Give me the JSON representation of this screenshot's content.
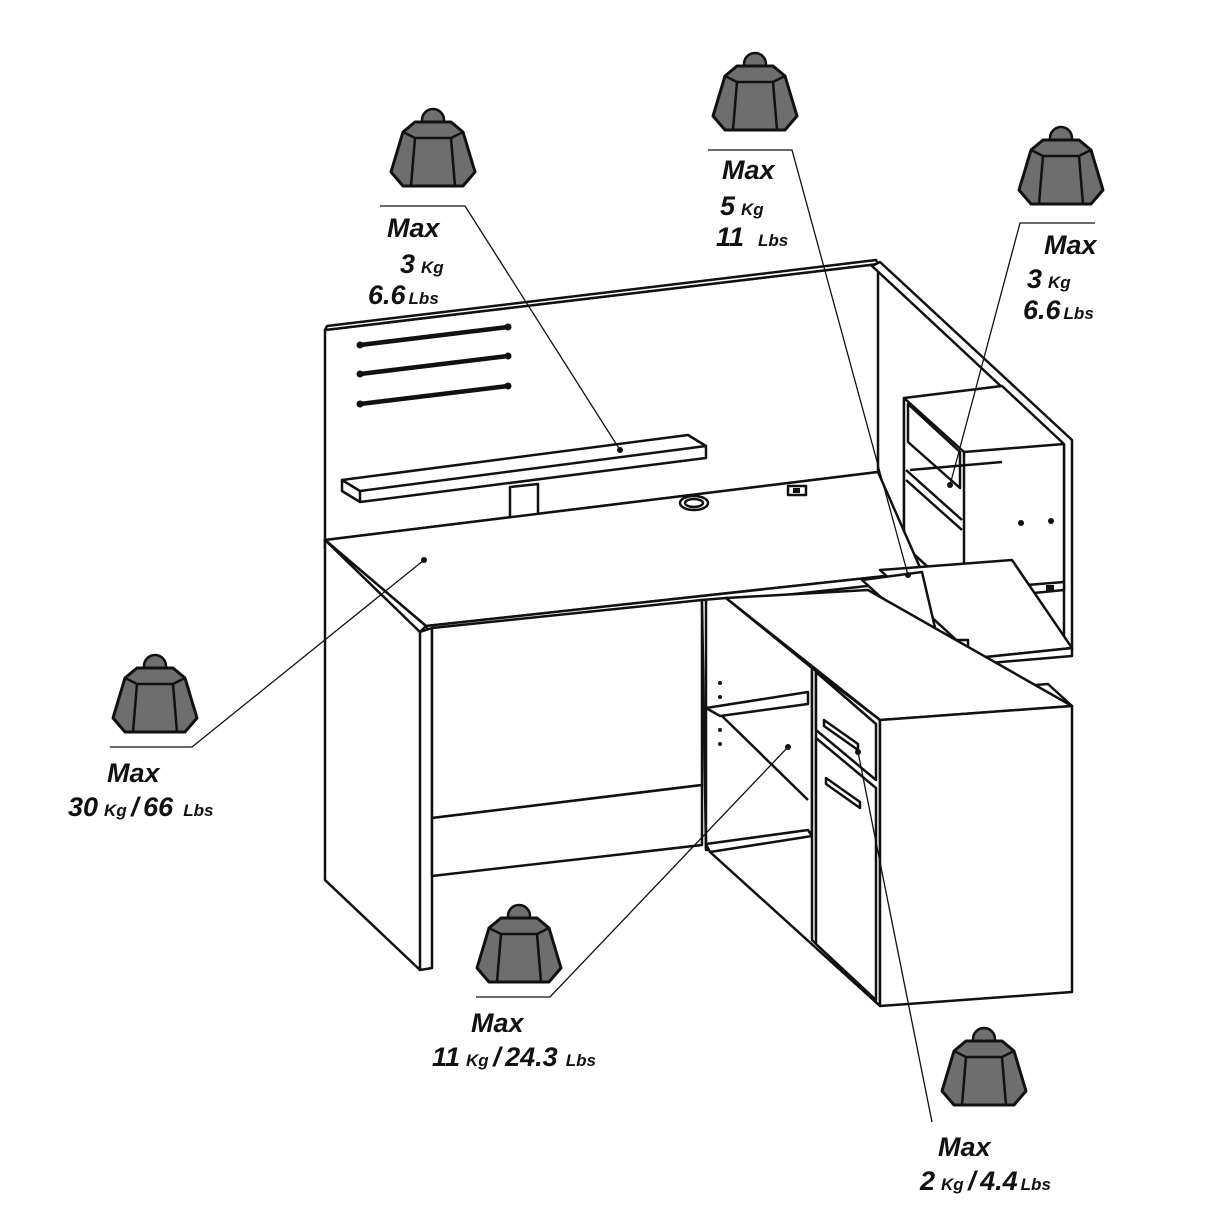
{
  "labels": {
    "shelf": {
      "max": "Max",
      "kg_value": "3",
      "kg_unit": "Kg",
      "lbs_value": "6.6",
      "lbs_unit": "Lbs"
    },
    "center": {
      "max": "Max",
      "kg_value": "5",
      "kg_unit": "Kg",
      "lbs_value": "11",
      "lbs_unit": "Lbs"
    },
    "right_cube": {
      "max": "Max",
      "kg_value": "3",
      "kg_unit": "Kg",
      "lbs_value": "6.6",
      "lbs_unit": "Lbs"
    },
    "desktop": {
      "max": "Max",
      "kg_value": "30",
      "kg_unit": "Kg",
      "sep": "/",
      "lbs_value": "66",
      "lbs_unit": "Lbs"
    },
    "lower_shelf": {
      "max": "Max",
      "kg_value": "11",
      "kg_unit": "Kg",
      "sep": "/",
      "lbs_value": "24.3",
      "lbs_unit": "Lbs"
    },
    "drawer": {
      "max": "Max",
      "kg_value": "2",
      "kg_unit": "Kg",
      "sep": "/",
      "lbs_value": "4.4",
      "lbs_unit": "Lbs"
    }
  },
  "colors": {
    "weight_fill": "#6e6e6e",
    "line": "#111111",
    "background": "#ffffff"
  },
  "icons": [
    "weight-icon"
  ]
}
